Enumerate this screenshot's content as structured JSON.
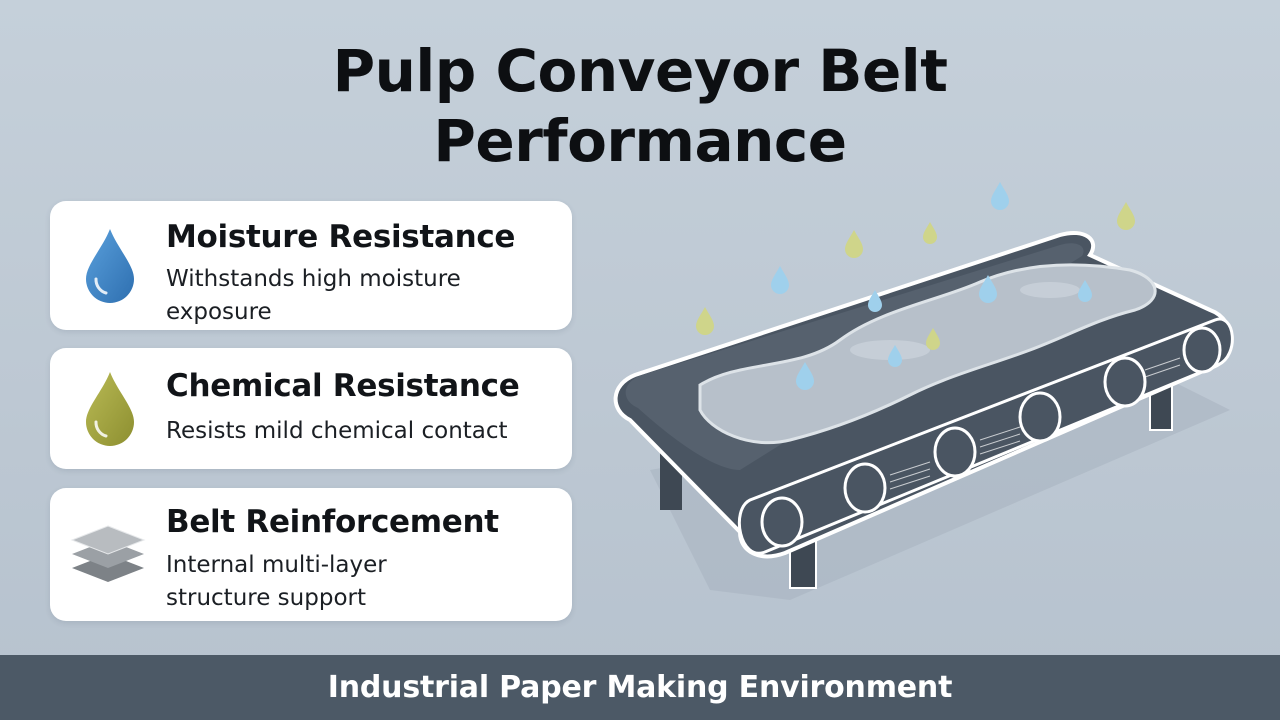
{
  "title": {
    "line1": "Pulp Conveyor Belt",
    "line2": "Performance"
  },
  "features": [
    {
      "heading": "Moisture Resistance",
      "description": "Withstands high moisture exposure",
      "icon": "water-drop-icon",
      "icon_color": "#3b82c4"
    },
    {
      "heading": "Chemical Resistance",
      "description": "Resists mild chemical contact",
      "icon": "chemical-drop-icon",
      "icon_color": "#a7a843"
    },
    {
      "heading": "Belt Reinforcement",
      "description": "Internal multi-layer structure support",
      "icon": "layers-icon",
      "icon_color": "#8c9196"
    }
  ],
  "illustration": {
    "name": "conveyor-belt-illustration",
    "water_drop_color": "#9fd0ec",
    "chemical_drop_color": "#cfd58a",
    "belt_color": "#4a5562"
  },
  "footer": {
    "text": "Industrial Paper Making Environment",
    "background": "#4c5966"
  }
}
